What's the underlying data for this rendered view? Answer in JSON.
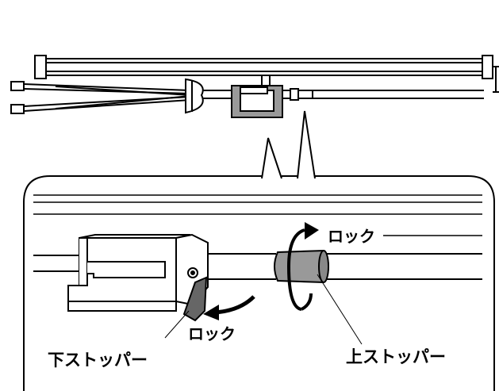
{
  "labels": {
    "lock_upper": "ロック",
    "lock_lower": "ロック",
    "lower_stopper": "下ストッパー",
    "upper_stopper": "上ストッパー"
  },
  "colors": {
    "stroke": "#000000",
    "stopper_gray": "#999999",
    "lever_dark": "#666666",
    "background": "#ffffff"
  }
}
